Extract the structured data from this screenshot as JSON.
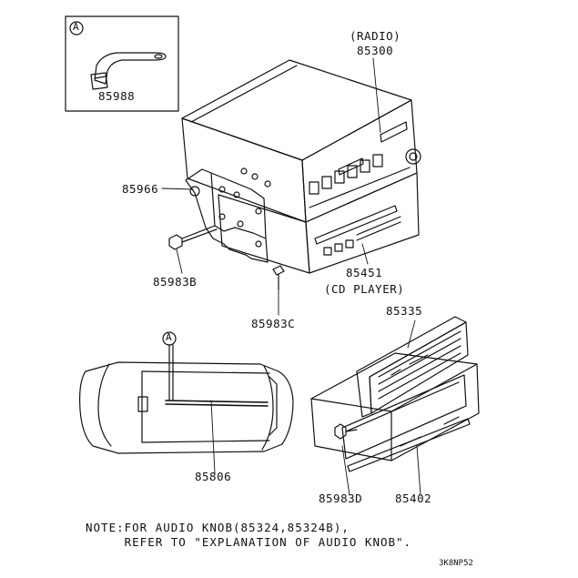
{
  "callouts": {
    "A_inset": "A",
    "A_car": "A"
  },
  "labels": {
    "radio_caption": "(RADIO)",
    "radio_part": "85300",
    "strap_part": "85988",
    "bracket_part": "85966",
    "bolt_b_part": "85983B",
    "cd_part": "85451",
    "cd_caption": "(CD PLAYER)",
    "screw_c_part": "85983C",
    "panel_part": "85335",
    "harness_part": "85806",
    "screw_d_part": "85983D",
    "pocket_part": "85402"
  },
  "note": {
    "line1": "NOTE:FOR AUDIO KNOB(85324,85324B),",
    "line2": "     REFER TO \"EXPLANATION OF AUDIO KNOB\"."
  },
  "diagram_code": "3K8NP52"
}
